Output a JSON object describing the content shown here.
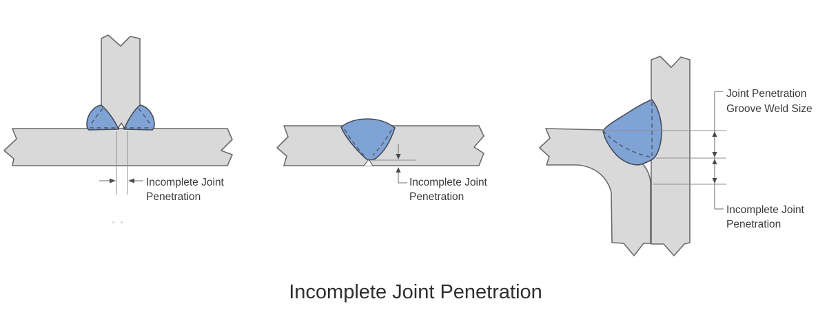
{
  "title": "Incomplete Joint Penetration",
  "colors": {
    "plate_fill": "#d9d9d9",
    "plate_stroke": "#6a6a6a",
    "weld_fill": "#80a3d6",
    "weld_stroke": "#454b57",
    "dash_stroke": "#4c5464",
    "extension_line": "#8f8f8f",
    "dimension_line": "#6a6a6a",
    "text": "#3a3a3a"
  },
  "diagrams": {
    "tee_joint": {
      "label": {
        "line1": "Incomplete Joint",
        "line2": "Penetration"
      }
    },
    "butt_joint": {
      "label": {
        "line1": "Incomplete Joint",
        "line2": "Penetration"
      }
    },
    "corner_joint": {
      "label_weld_size": {
        "line1": "Joint Penetration",
        "line2": "Groove Weld Size"
      },
      "label_incomplete": {
        "line1": "Incomplete Joint",
        "line2": "Penetration"
      }
    }
  }
}
